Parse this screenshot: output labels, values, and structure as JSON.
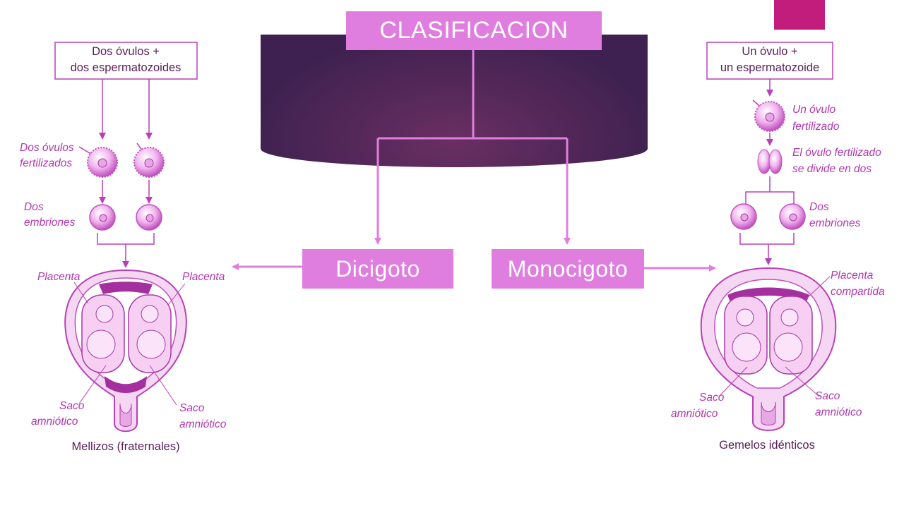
{
  "colors": {
    "accent": "#c21c7d",
    "box_fill": "#e07ee0",
    "banner_dark": "#3e2150",
    "banner_light": "#6a2f62",
    "diagram": "#b940b6"
  },
  "title": "CLASIFICACION",
  "branches": {
    "left": "Dicigoto",
    "right": "Monocigoto"
  },
  "left_diagram": {
    "top_box": [
      "Dos óvulos +",
      "dos espermatozoides"
    ],
    "label_fertilized": [
      "Dos óvulos",
      "fertilizados"
    ],
    "label_embryos": [
      "Dos",
      "embriones"
    ],
    "label_placenta_left": "Placenta",
    "label_placenta_right": "Placenta",
    "label_sac_left": [
      "Saco",
      "amniótico"
    ],
    "label_sac_right": [
      "Saco",
      "amniótico"
    ],
    "caption": "Mellizos (fraternales)"
  },
  "right_diagram": {
    "top_box": [
      "Un óvulo +",
      "un espermatozoide"
    ],
    "label_fertilized": [
      "Un óvulo",
      "fertilizado"
    ],
    "label_divides": [
      "El óvulo fertilizado",
      "se divide en dos"
    ],
    "label_embryos": [
      "Dos",
      "embriones"
    ],
    "label_placenta": [
      "Placenta",
      "compartida"
    ],
    "label_sac_left": [
      "Saco",
      "amniótico"
    ],
    "label_sac_right": [
      "Saco",
      "amniótico"
    ],
    "caption": "Gemelos idénticos"
  }
}
